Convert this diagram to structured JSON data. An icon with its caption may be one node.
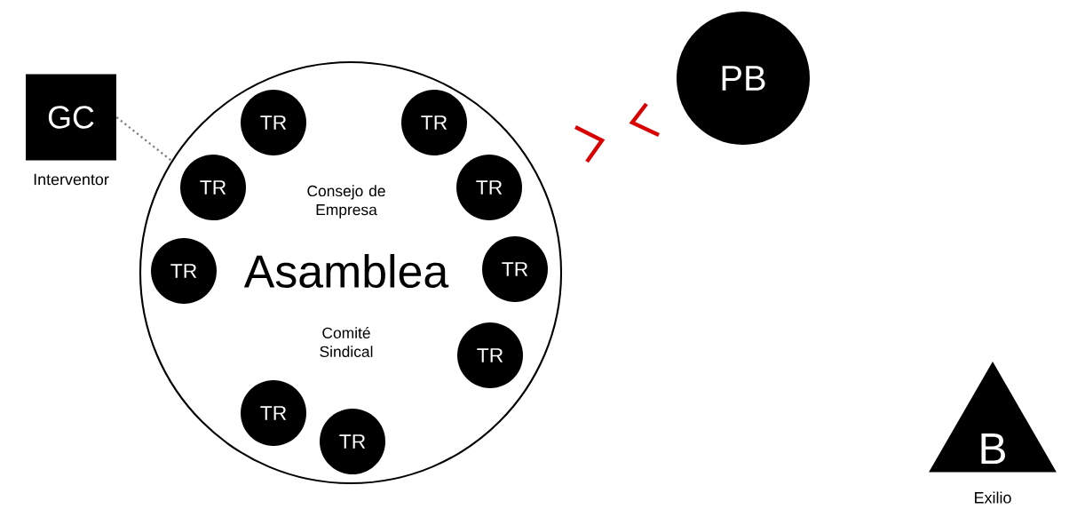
{
  "diagram": {
    "nodes": [
      {
        "text": [
          "Consejo de Empresa",
          "Asamblea",
          "Comité Sindical"
        ]
      },
      {
        "text": [
          "TR"
        ],
        "in": 0
      },
      {
        "text": [
          "TR"
        ],
        "in": 0
      },
      {
        "text": [
          "TR"
        ],
        "in": 0
      },
      {
        "text": [
          "TR"
        ],
        "in": 0
      },
      {
        "text": [
          "TR"
        ],
        "in": 0
      },
      {
        "text": [
          "TR"
        ],
        "in": 0
      },
      {
        "text": [
          "TR"
        ],
        "in": 0
      },
      {
        "text": [
          "TR"
        ],
        "in": 0
      },
      {
        "text": [
          "TR"
        ],
        "in": 0
      },
      {
        "text": [
          "GC"
        ],
        "beside": [
          "Interventor"
        ]
      },
      {
        "text": [
          "PB"
        ]
      },
      {
        "text": [
          "B"
        ],
        "beside": [
          "Exilio"
        ]
      }
    ],
    "edges": [
      {
        "from": 10,
        "to": 0,
        "arrow": "none",
        "style": "dashed"
      }
    ]
  }
}
